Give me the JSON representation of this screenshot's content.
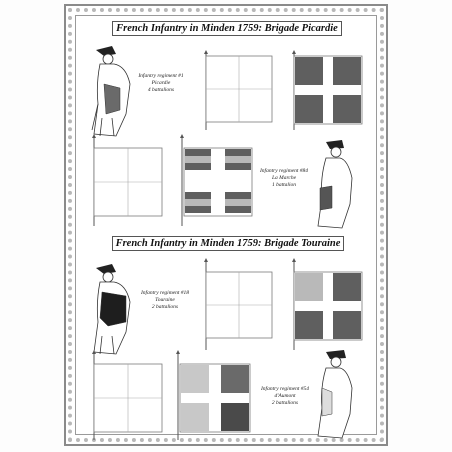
{
  "sections": [
    {
      "title": "French Infantry in Minden 1759: Brigade Picardie",
      "regiments": [
        {
          "line1": "Infantry regiment #1",
          "line2": "Picardie",
          "line3": "4 battalions"
        },
        {
          "line1": "Infantry regiment #84",
          "line2": "La Marche",
          "line3": "1 battalion"
        }
      ]
    },
    {
      "title": "French Infantry in Minden 1759: Brigade Touraine",
      "regiments": [
        {
          "line1": "Infantry regiment #18",
          "line2": "Touraine",
          "line3": "2 battalions"
        },
        {
          "line1": "Infantry regiment #54",
          "line2": "d'Aumont",
          "line3": "2 battalions"
        }
      ]
    }
  ],
  "colors": {
    "dark_grey": "#5f5f5f",
    "mid_grey": "#8c8c8c",
    "light_grey": "#b9b9b9",
    "white": "#ffffff",
    "outline": "#7a7a7a"
  }
}
